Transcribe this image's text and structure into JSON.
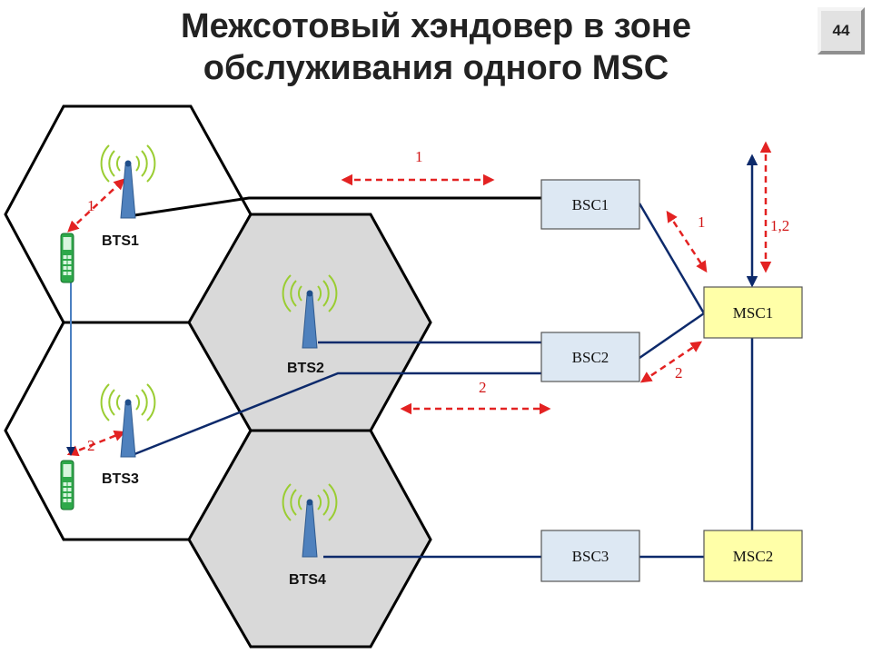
{
  "title": {
    "line1": "Межсотовый хэндовер в зоне",
    "line2": "обслуживания одного MSC"
  },
  "page_number": "44",
  "stations": {
    "bts1": "BTS1",
    "bts2": "BTS2",
    "bts3": "BTS3",
    "bts4": "BTS4"
  },
  "controllers": {
    "bsc1": "BSC1",
    "bsc2": "BSC2",
    "bsc3": "BSC3",
    "msc1": "MSC1",
    "msc2": "MSC2"
  },
  "handover_labels": {
    "bts1_phone": "1",
    "bts3_phone": "2",
    "bts1_bsc1": "1",
    "bsc1_msc1": "1",
    "bsc2_msc1": "2",
    "bts3_bsc2": "2",
    "msc1_external": "1,2"
  },
  "colors": {
    "link": "#0d2a6b",
    "handover_arrow": "#e32222",
    "bsc_fill": "#dde8f3",
    "msc_fill": "#ffffa8",
    "gray_cell": "#d9d9d9"
  },
  "icons": [
    "antenna-icon",
    "mobile-phone-icon"
  ]
}
